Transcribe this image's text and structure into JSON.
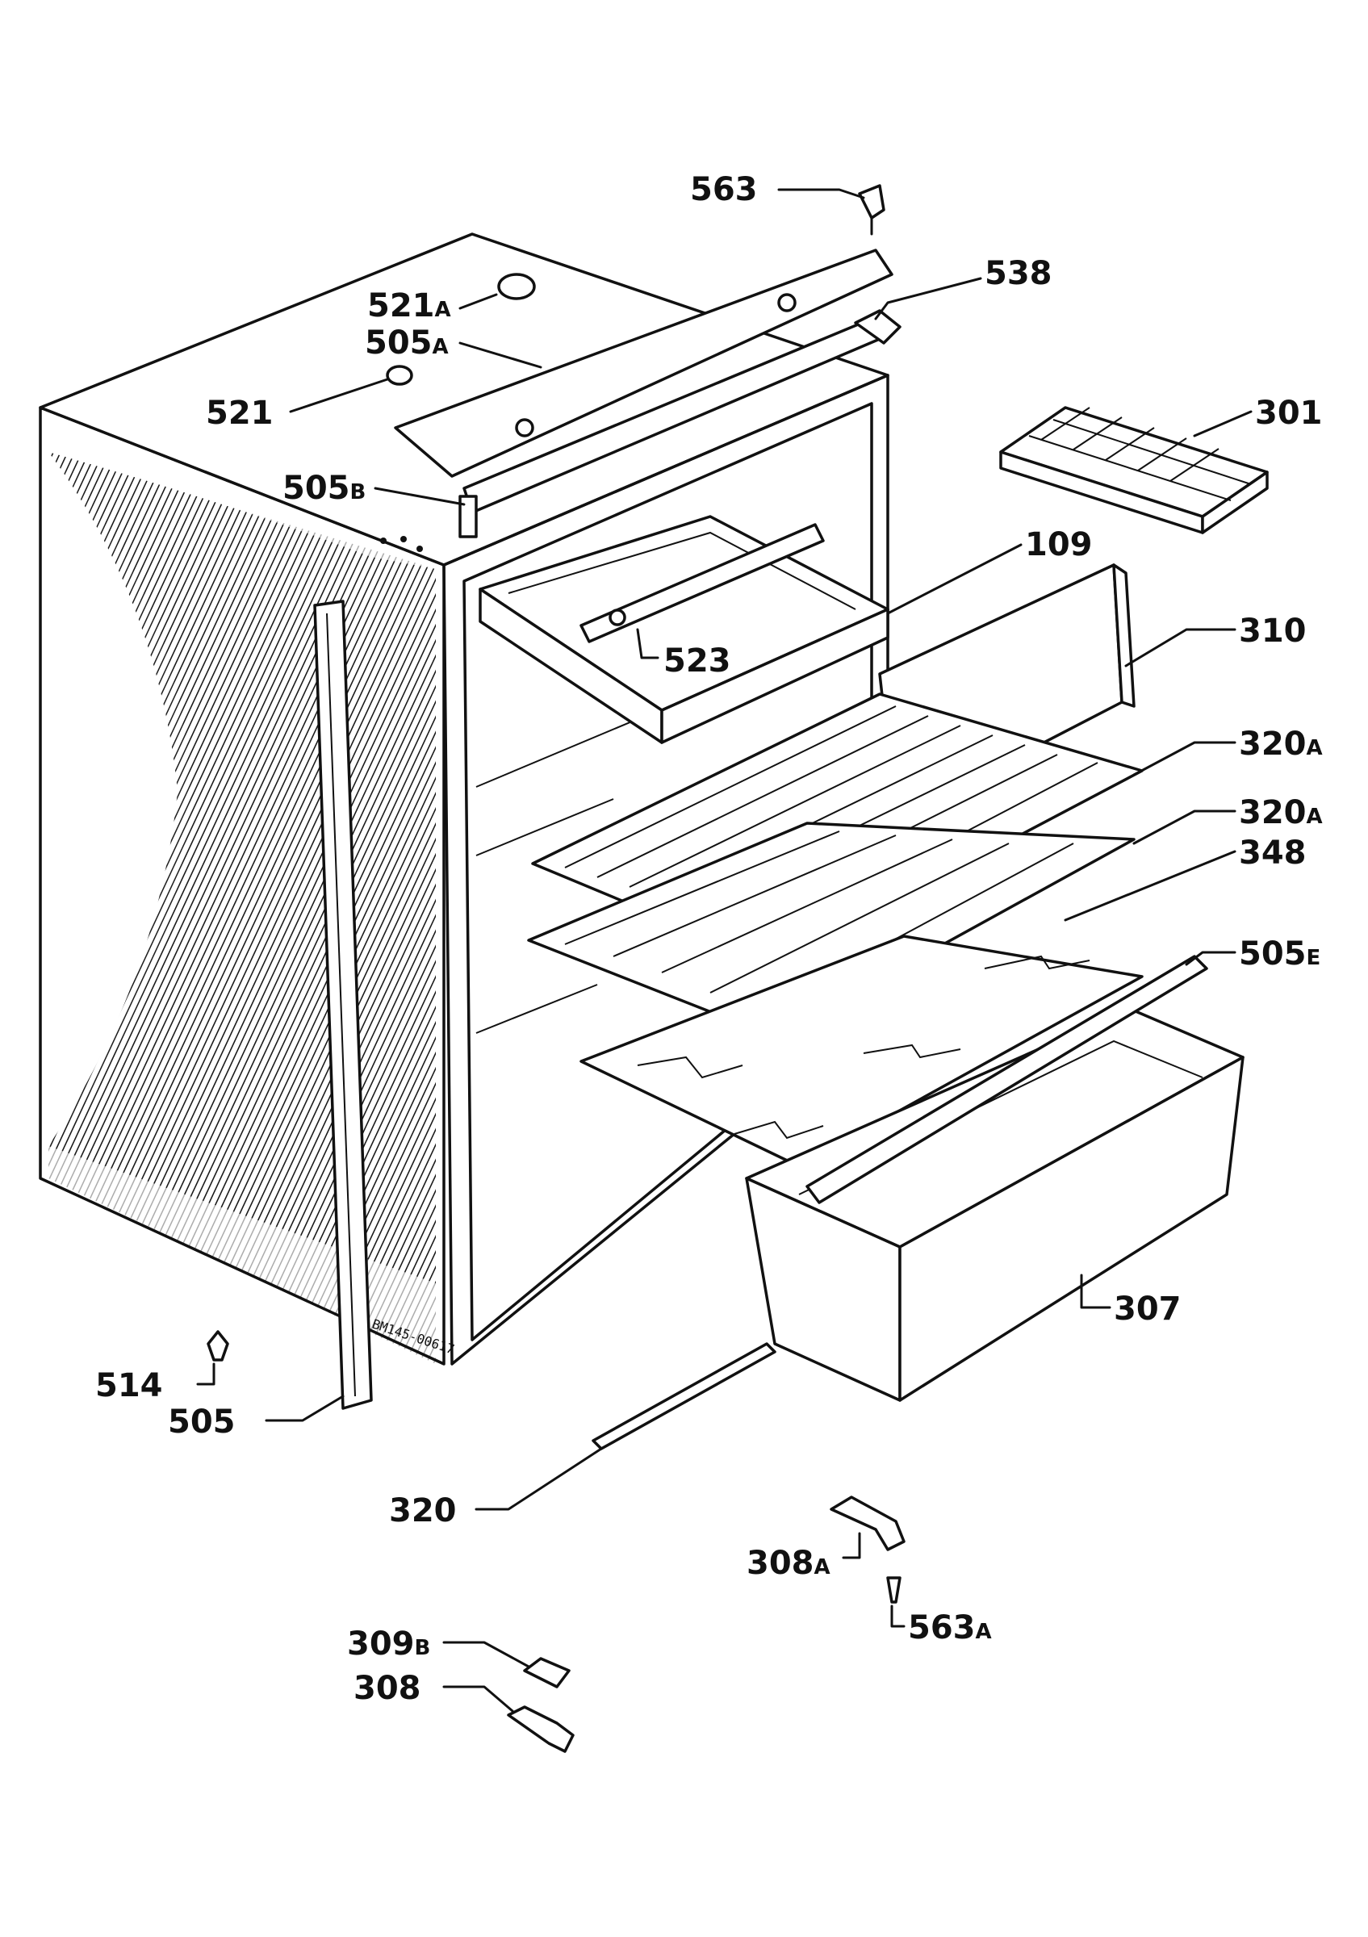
{
  "drawing_code": "BM145-00617",
  "labels": [
    {
      "id": "563",
      "main": "563",
      "suffix": ""
    },
    {
      "id": "538",
      "main": "538",
      "suffix": ""
    },
    {
      "id": "521A",
      "main": "521",
      "suffix": "A"
    },
    {
      "id": "505A",
      "main": "505",
      "suffix": "A"
    },
    {
      "id": "521",
      "main": "521",
      "suffix": ""
    },
    {
      "id": "301",
      "main": "301",
      "suffix": ""
    },
    {
      "id": "505B",
      "main": "505",
      "suffix": "B"
    },
    {
      "id": "109",
      "main": "109",
      "suffix": ""
    },
    {
      "id": "523",
      "main": "523",
      "suffix": ""
    },
    {
      "id": "310",
      "main": "310",
      "suffix": ""
    },
    {
      "id": "320A_1",
      "main": "320",
      "suffix": "A"
    },
    {
      "id": "320A_2",
      "main": "320",
      "suffix": "A"
    },
    {
      "id": "348",
      "main": "348",
      "suffix": ""
    },
    {
      "id": "505E",
      "main": "505",
      "suffix": "E"
    },
    {
      "id": "307",
      "main": "307",
      "suffix": ""
    },
    {
      "id": "514",
      "main": "514",
      "suffix": ""
    },
    {
      "id": "505",
      "main": "505",
      "suffix": ""
    },
    {
      "id": "320",
      "main": "320",
      "suffix": ""
    },
    {
      "id": "308A",
      "main": "308",
      "suffix": "A"
    },
    {
      "id": "563A",
      "main": "563",
      "suffix": "A"
    },
    {
      "id": "309B",
      "main": "309",
      "suffix": "B"
    },
    {
      "id": "308",
      "main": "308",
      "suffix": ""
    }
  ]
}
